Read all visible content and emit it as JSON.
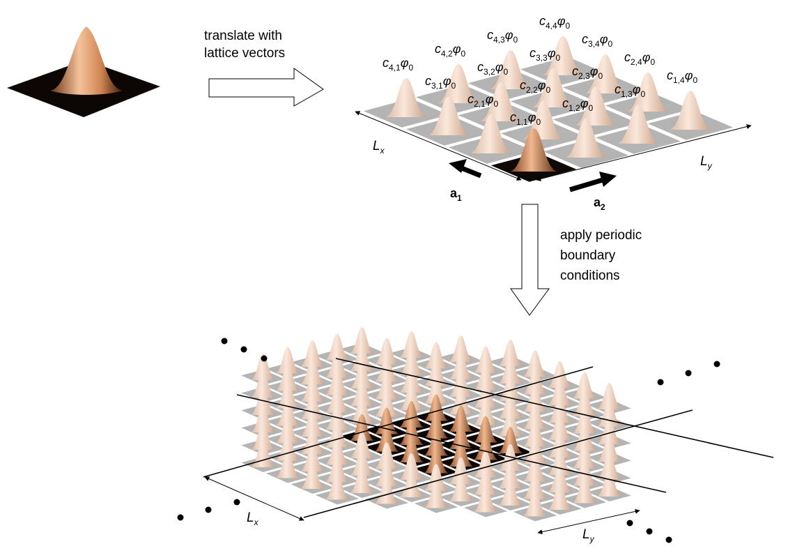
{
  "captions": {
    "translate_line1": "translate with",
    "translate_line2": "lattice vectors",
    "periodic_line1": "apply periodic",
    "periodic_line2": "boundary",
    "periodic_line3": "conditions"
  },
  "coefficients": [
    {
      "i": "4",
      "j": "4"
    },
    {
      "i": "4",
      "j": "3"
    },
    {
      "i": "3",
      "j": "4"
    },
    {
      "i": "4",
      "j": "2"
    },
    {
      "i": "3",
      "j": "3"
    },
    {
      "i": "2",
      "j": "4"
    },
    {
      "i": "4",
      "j": "1"
    },
    {
      "i": "3",
      "j": "2"
    },
    {
      "i": "2",
      "j": "3"
    },
    {
      "i": "1",
      "j": "4"
    },
    {
      "i": "3",
      "j": "1"
    },
    {
      "i": "2",
      "j": "2"
    },
    {
      "i": "1",
      "j": "3"
    },
    {
      "i": "2",
      "j": "1"
    },
    {
      "i": "1",
      "j": "2"
    },
    {
      "i": "1",
      "j": "1"
    }
  ],
  "coef_symbol": "c",
  "phi_symbol": "φ",
  "phi_sub": "0",
  "vectors": {
    "a1": "a",
    "a1_sub": "1",
    "a2": "a",
    "a2_sub": "2"
  },
  "lengths": {
    "Lx": "L",
    "Lx_sub": "x",
    "Ly": "L",
    "Ly_sub": "y"
  },
  "ellipsis": "•",
  "colors": {
    "peak_top": "#f3d9c8",
    "peak_mid": "#c07a4e",
    "peak_dark": "#2a1208",
    "tile": "#b3b3b3",
    "tile_dark": "#111111",
    "grid_line": "#ffffff"
  }
}
